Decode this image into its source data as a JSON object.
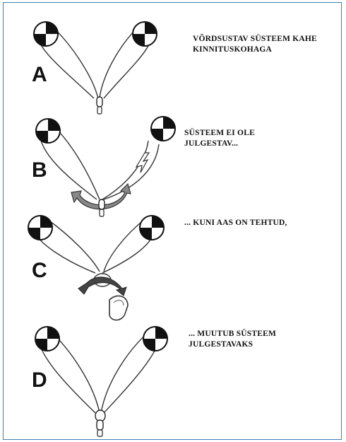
{
  "panels": [
    {
      "letter": "A",
      "caption_lines": [
        "VÕRDSUSTAV SÜSTEEM KAHE",
        "KINNITUSKOHAGA"
      ]
    },
    {
      "letter": "B",
      "caption_lines": [
        "SÜSTEEM EI OLE",
        "JULGESTAV..."
      ]
    },
    {
      "letter": "C",
      "caption_lines": [
        "... KUNI AAS ON TEHTUD,"
      ]
    },
    {
      "letter": "D",
      "caption_lines": [
        "... MUUTUB SÜSTEEM",
        "JULGESTAVAKS"
      ]
    }
  ],
  "colors": {
    "border": "#3b7fb5",
    "ink": "#222222",
    "arrow": "#555555"
  }
}
